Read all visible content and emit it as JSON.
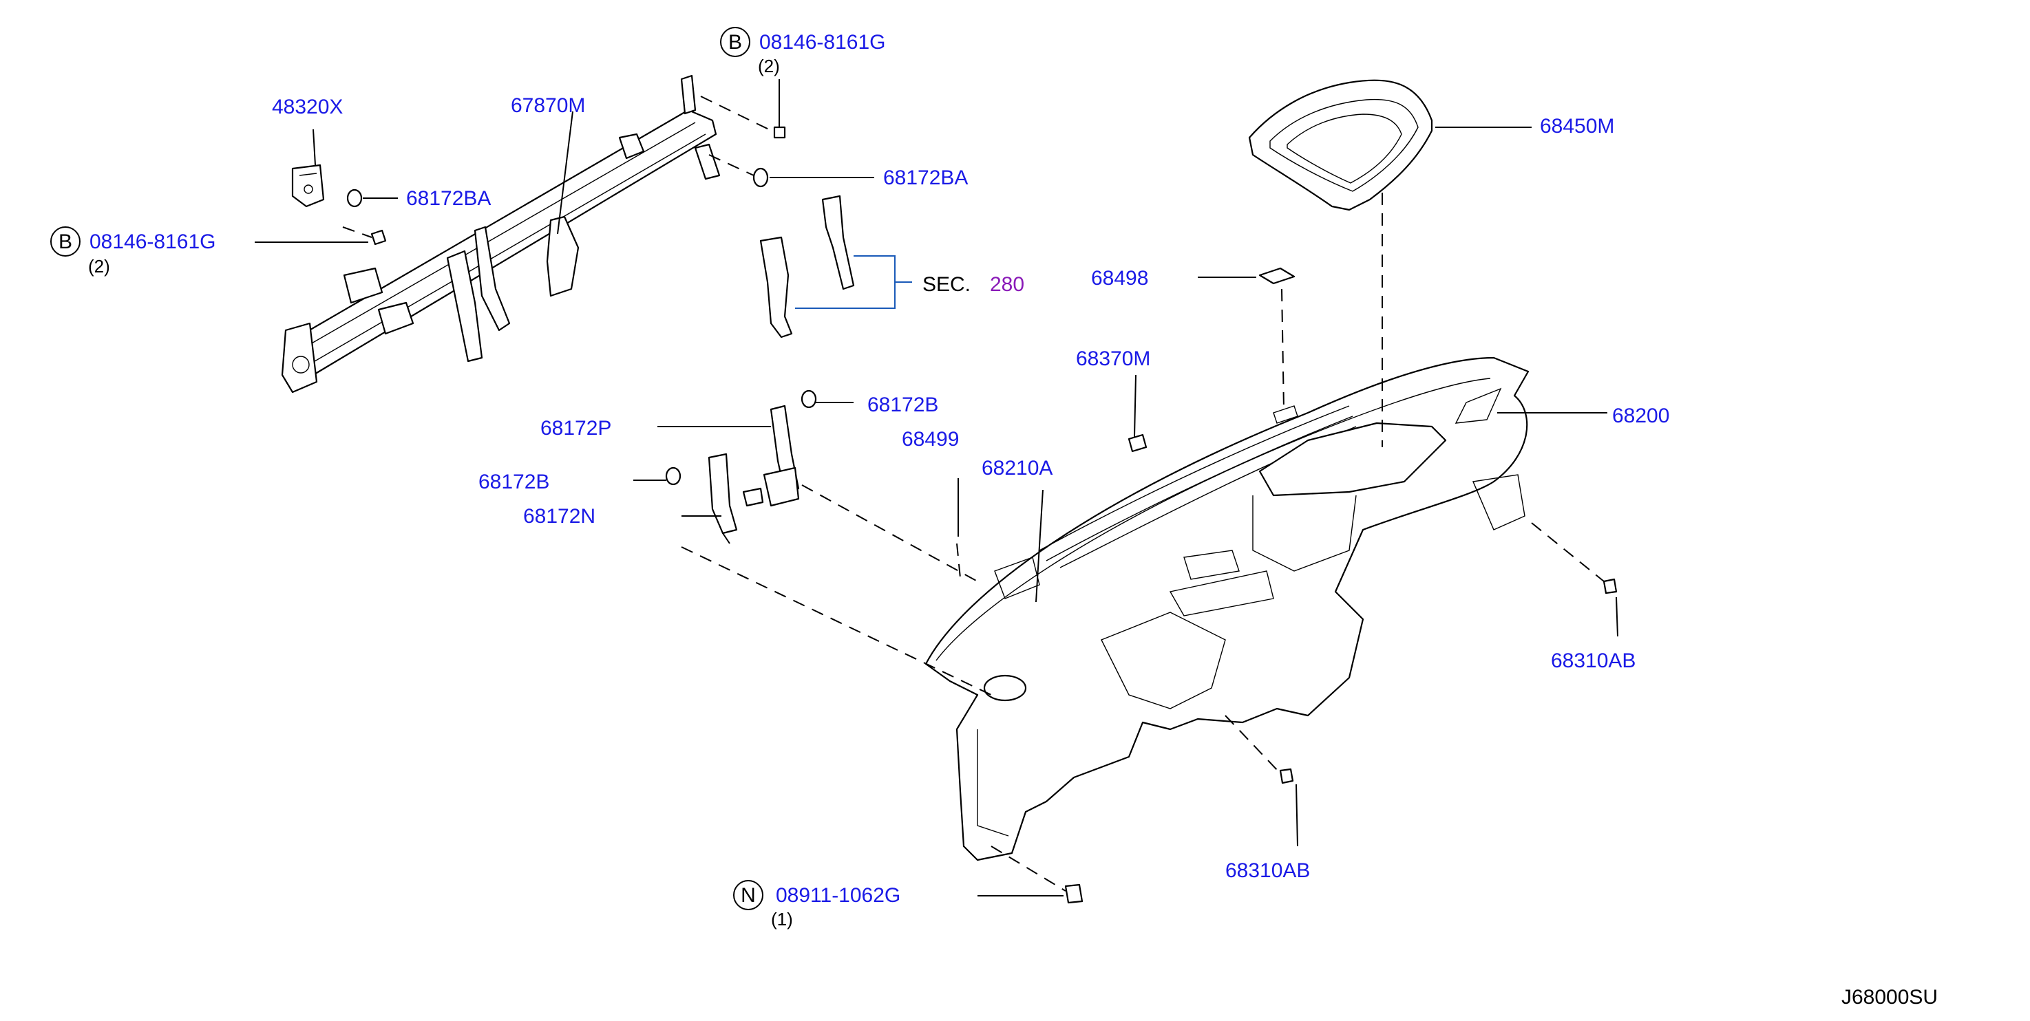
{
  "diagram_code": "J68000SU",
  "parts": {
    "p48320X": "48320X",
    "p67870M": "67870M",
    "p68172BA_a": "68172BA",
    "p68172BA_b": "68172BA",
    "p68450M": "68450M",
    "p68498": "68498",
    "p68370M": "68370M",
    "p68200": "68200",
    "p68172B_a": "68172B",
    "p68172P": "68172P",
    "p68499": "68499",
    "p68210A": "68210A",
    "p68172B_b": "68172B",
    "p68172N": "68172N",
    "p68310AB_a": "68310AB",
    "p68310AB_b": "68310AB"
  },
  "fasteners": {
    "bolt_top": {
      "badge": "B",
      "number": "08146-8161G",
      "qty": "(2)"
    },
    "bolt_left": {
      "badge": "B",
      "number": "08146-8161G",
      "qty": "(2)"
    },
    "nut_bottom": {
      "badge": "N",
      "number": "08911-1062G",
      "qty": "(1)"
    }
  },
  "section_ref": {
    "prefix": "SEC.",
    "number": "280"
  },
  "colors": {
    "part_label": "#1a1ae6",
    "section_number": "#8a1ab8",
    "bracket": "#1a5ab8",
    "line": "#000000"
  }
}
